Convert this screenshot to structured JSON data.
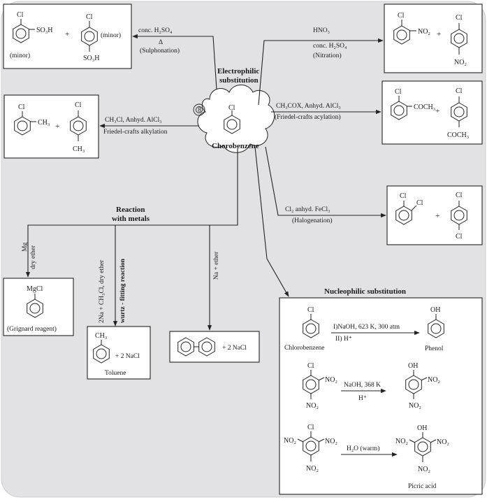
{
  "center": {
    "title": "Chorobenzene",
    "substituent": "Cl",
    "marker": "8"
  },
  "headers": {
    "electrophilic": [
      "Electrophilic",
      "substitution"
    ],
    "metals": [
      "Reaction",
      "with metals"
    ],
    "nucleophilic": "Nucleophilic substitution"
  },
  "sulphonation": {
    "conditions": [
      "conc. H₂SO₄",
      "Δ",
      "(Sulphonation)"
    ],
    "p1": {
      "sub1": "Cl",
      "sub2": "SO₃H",
      "note": "(minor)"
    },
    "plus": "+",
    "p2": {
      "sub1": "Cl",
      "sub2": "SO₃H",
      "note": "(minor)"
    }
  },
  "nitration": {
    "conditions": [
      "HNO₃",
      "conc. H₂SO₄",
      "(Nitration)"
    ],
    "p1": {
      "sub1": "Cl",
      "sub2": "NO₂"
    },
    "plus": "+",
    "p2": {
      "sub1": "Cl",
      "sub2": "NO₂"
    }
  },
  "acylation": {
    "conditions": [
      "CH₃COX, Anhyd. AlCl₃",
      "(Friedel-crafts acylation)"
    ],
    "p1": {
      "sub1": "Cl",
      "sub2": "COCH₃"
    },
    "plus": "+",
    "p2": {
      "sub1": "Cl",
      "sub2": "COCH₃"
    }
  },
  "alkylation": {
    "conditions": [
      "CH₃Cl, Anhyd. AlCl₃",
      "Friedel-crafts alkylation"
    ],
    "p1": {
      "sub1": "Cl",
      "sub2": "CH₃"
    },
    "plus": "+",
    "p2": {
      "sub1": "Cl",
      "sub2": "CH₃"
    }
  },
  "halogenation": {
    "conditions": [
      "Cl₂ anhyd. FeCl₃",
      "(Halogenation)"
    ],
    "p1": {
      "sub1": "Cl",
      "sub2": "Cl"
    },
    "plus": "+",
    "p2": {
      "sub1": "Cl",
      "sub2": "Cl"
    }
  },
  "grignard": {
    "conditions": [
      "Mg",
      "dry ether"
    ],
    "sub": "MgCl",
    "name": "(Grignard reagent)"
  },
  "wurtz": {
    "conditions": [
      "2Na + CH₃Cl, dry ether",
      "wurtz - fitting reaction"
    ],
    "sub": "CH₃",
    "byproduct": "+ 2 NaCl",
    "name": "Toluene"
  },
  "fittig": {
    "conditions": [
      "Na + ether"
    ],
    "byproduct": "+ 2 NaCl"
  },
  "nucleophilic": {
    "r1": {
      "reactant_sub": "Cl",
      "reactant_name": "Chlorobenzene",
      "conditions": [
        "I)NaOH, 623 K, 300 atm",
        "II) H⁺"
      ],
      "product_sub": "OH",
      "product_name": "Phenol"
    },
    "r2": {
      "reactant": {
        "top": "Cl",
        "ortho": "NO₂",
        "para": "NO₂"
      },
      "conditions": [
        "NaOH, 368 K",
        "H⁺"
      ],
      "product": {
        "top": "OH",
        "ortho": "NO₂",
        "para": "NO₂"
      }
    },
    "r3": {
      "reactant": {
        "top": "Cl",
        "ortho_left": "NO₂",
        "ortho_right": "NO₂",
        "para": "NO₂"
      },
      "conditions": [
        "H₂O (warm)"
      ],
      "product": {
        "top": "OH",
        "ortho_left": "NO₂",
        "ortho_right": "NO₂",
        "para": "NO₂"
      },
      "product_name": "Picric acid"
    }
  }
}
